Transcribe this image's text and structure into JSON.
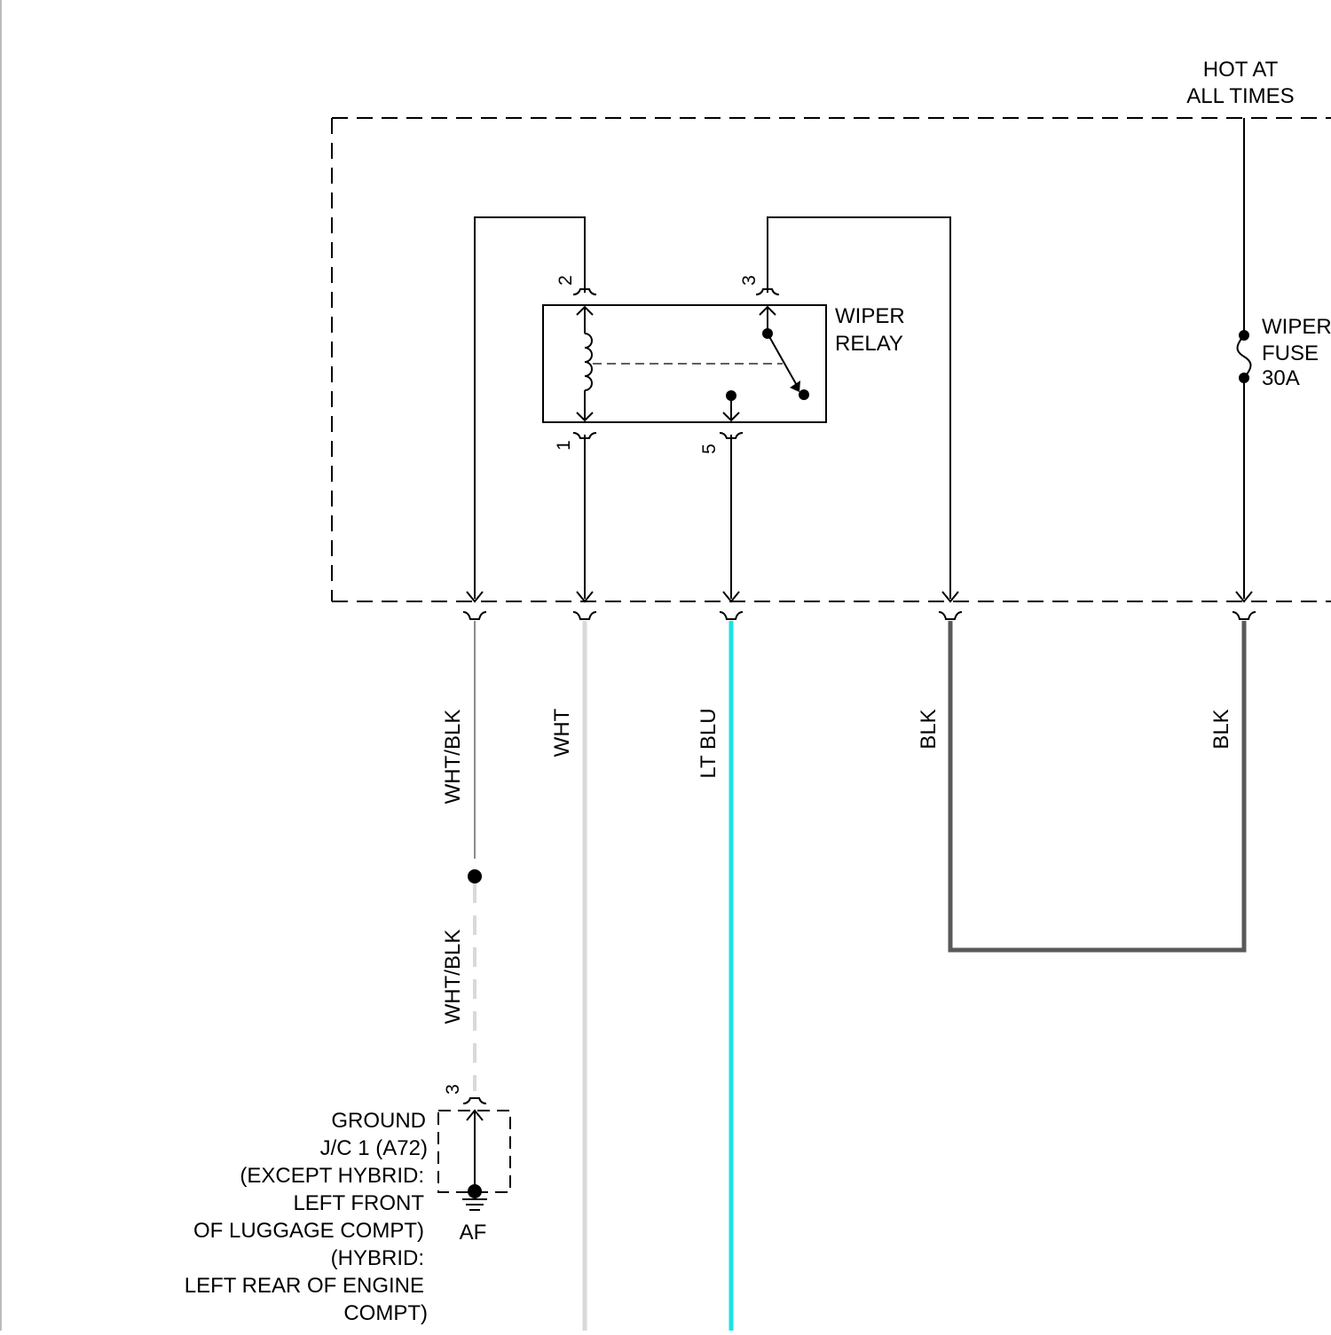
{
  "power_source": {
    "line1": "HOT AT",
    "line2": "ALL TIMES"
  },
  "relay": {
    "name_line1": "WIPER",
    "name_line2": "RELAY",
    "pins": {
      "coil_top": "2",
      "coil_bottom": "1",
      "switch_top": "3",
      "switch_bottom": "5"
    }
  },
  "fuse": {
    "line1": "WIPER",
    "line2": "FUSE",
    "line3": "30A"
  },
  "wires": {
    "wire1_color": "WHT/BLK",
    "wire2_color": "WHT",
    "wire3_color": "LT BLU",
    "wire4_color": "BLK",
    "wire5_color": "BLK",
    "wire1_lower_color": "WHT/BLK"
  },
  "wire_colors": {
    "wht_blk": "#8c8c8c",
    "wht": "#d9d9d9",
    "lt_blu": "#1de1e6",
    "blk": "#595959"
  },
  "ground": {
    "pin": "3",
    "code": "AF",
    "lines": [
      "GROUND",
      "J/C 1 (A72)",
      "(EXCEPT HYBRID:",
      "LEFT FRONT",
      "OF LUGGAGE COMPT)",
      "(HYBRID:",
      "LEFT REAR OF ENGINE",
      "COMPT)"
    ]
  }
}
